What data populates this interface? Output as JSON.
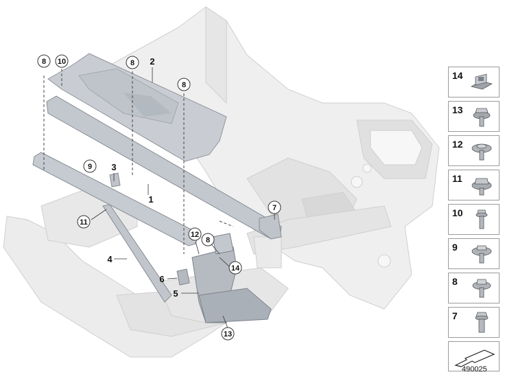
{
  "callouts": {
    "c8a": "8",
    "c10": "10",
    "c8b": "8",
    "c2": "2",
    "c8c": "8",
    "c9": "9",
    "c3": "3",
    "c1": "1",
    "c7": "7",
    "c11": "11",
    "c12": "12",
    "c8d": "8",
    "c14": "14",
    "c4": "4",
    "c6": "6",
    "c5": "5",
    "c13": "13"
  },
  "parts_panel": {
    "items": [
      {
        "label": "14",
        "icon": "clip-nut-icon"
      },
      {
        "label": "13",
        "icon": "hex-flange-bolt-icon"
      },
      {
        "label": "12",
        "icon": "washer-screw-icon"
      },
      {
        "label": "11",
        "icon": "collar-screw-icon"
      },
      {
        "label": "10",
        "icon": "short-bolt-icon"
      },
      {
        "label": "9",
        "icon": "washer-screw-icon"
      },
      {
        "label": "8",
        "icon": "washer-screw-icon"
      },
      {
        "label": "7",
        "icon": "hex-bolt-icon"
      }
    ]
  },
  "diagram_number": "490025"
}
